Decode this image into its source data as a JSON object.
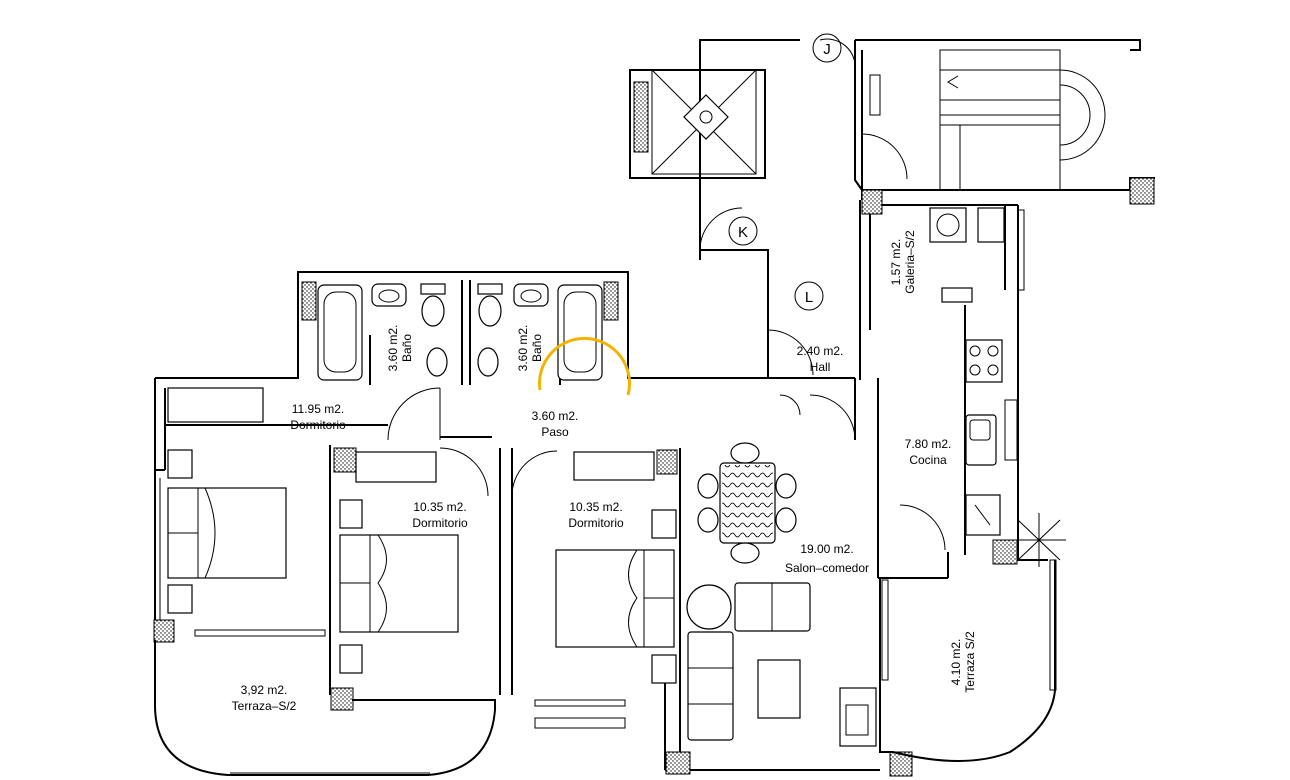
{
  "rooms": {
    "dormitorio1": {
      "area": "11.95  m2.",
      "name": "Dormitorio"
    },
    "dormitorio2": {
      "area": "10.35  m2.",
      "name": "Dormitorio"
    },
    "dormitorio3": {
      "area": "10.35  m2.",
      "name": "Dormitorio"
    },
    "bano1": {
      "area": "3.60  m2.",
      "name": "Baño"
    },
    "bano2": {
      "area": "3.60  m2.",
      "name": "Baño"
    },
    "paso": {
      "area": "3.60  m2.",
      "name": "Paso"
    },
    "hall": {
      "area": "2.40  m2.",
      "name": "Hall"
    },
    "cocina": {
      "area": "7.80  m2.",
      "name": "Cocina"
    },
    "galeria": {
      "area": "1.57  m2.",
      "name": "Galeria–S/2"
    },
    "salon": {
      "area": "19.00  m2.",
      "name": "Salon–comedor"
    },
    "terraza1": {
      "area": "3,92  m2.",
      "name": "Terraza–S/2"
    },
    "terraza2": {
      "area": "4.10  m2.",
      "name": "Terraza  S/2"
    }
  },
  "markers": {
    "j": "J",
    "k": "K",
    "l": "L"
  },
  "colors": {
    "line": "#000000",
    "background": "#ffffff",
    "highlight": "#f2b400"
  }
}
